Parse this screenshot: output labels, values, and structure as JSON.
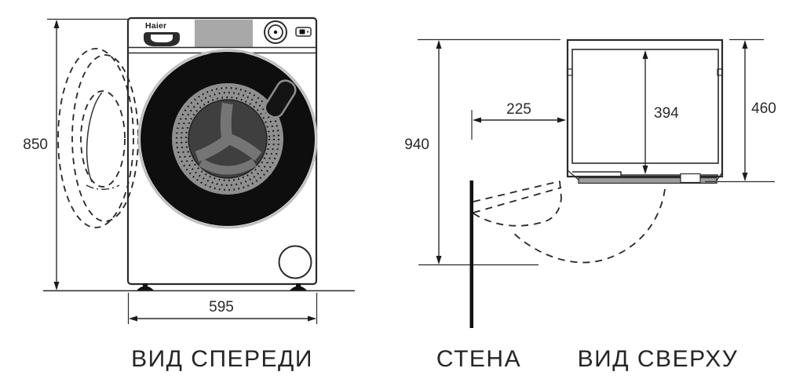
{
  "brand": "Haier",
  "front_view": {
    "title": "ВИД СПЕРЕДИ",
    "height": "850",
    "width": "595"
  },
  "top_view": {
    "title": "ВИД СВЕРХУ",
    "wall": "СТЕНА",
    "door_open_clearance": "940",
    "wall_to_machine": "225",
    "body_depth": "394",
    "total_depth": "460"
  },
  "colors": {
    "line": "#2b2b2b",
    "panel_gray": "#a8a8a8",
    "drum_ring_gray": "#8f8f8f",
    "drum_inner_gray": "#3f3f3f",
    "paddle_gray": "#757575",
    "door_black": "#0e0e0e",
    "strip_gray": "#9c9c9c"
  }
}
